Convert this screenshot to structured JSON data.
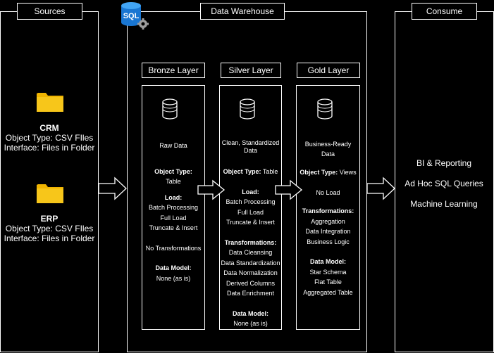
{
  "sections": {
    "sources": "Sources",
    "warehouse": "Data Warehouse",
    "consume": "Consume"
  },
  "sources": [
    {
      "name": "CRM",
      "object_type": "Object Type: CSV FIles",
      "interface": "Interface: Files in Folder"
    },
    {
      "name": "ERP",
      "object_type": "Object Type: CSV FIles",
      "interface": "Interface: Files in Folder"
    }
  ],
  "sql_badge": "SQL",
  "layers": [
    {
      "title": "Bronze Layer",
      "description": "Raw Data",
      "object_type_label": "Object Type:",
      "object_type_value": "Table",
      "load_label": "Load:",
      "load_items": [
        "Batch Processing",
        "Full Load",
        "Truncate & Insert"
      ],
      "transformations_text": "No Transformations",
      "data_model_label": "Data Model:",
      "data_model_items": [
        "None (as is)"
      ]
    },
    {
      "title": "Silver Layer",
      "description_lines": [
        "Clean, Standardized",
        "Data"
      ],
      "object_type_label": "Object Type:",
      "object_type_value": "Table",
      "load_label": "Load:",
      "load_items": [
        "Batch Processing",
        "Full Load",
        "Truncate & Insert"
      ],
      "transformations_label": "Transformations:",
      "transformations_items": [
        "Data Cleansing",
        "Data Standardization",
        "Data Normalization",
        "Derived Columns",
        "Data Enrichment"
      ],
      "data_model_label": "Data Model:",
      "data_model_items": [
        "None (as is)"
      ]
    },
    {
      "title": "Gold Layer",
      "description_lines": [
        "Business-Ready",
        "Data"
      ],
      "object_type_label": "Object Type:",
      "object_type_value": "Views",
      "load_text": "No Load",
      "transformations_label": "Transformations:",
      "transformations_items": [
        "Aggregation",
        "Data Integration",
        "Business Logic"
      ],
      "data_model_label": "Data Model:",
      "data_model_items": [
        "Star Schema",
        "Flat Table",
        "Aggregated Table"
      ]
    }
  ],
  "consume_items": [
    "BI & Reporting",
    "Ad Hoc SQL Queries",
    "Machine Learning"
  ],
  "colors": {
    "background": "#000000",
    "line": "#ffffff",
    "folder": "#f5c518",
    "sql_icon": "#1e88e5"
  }
}
